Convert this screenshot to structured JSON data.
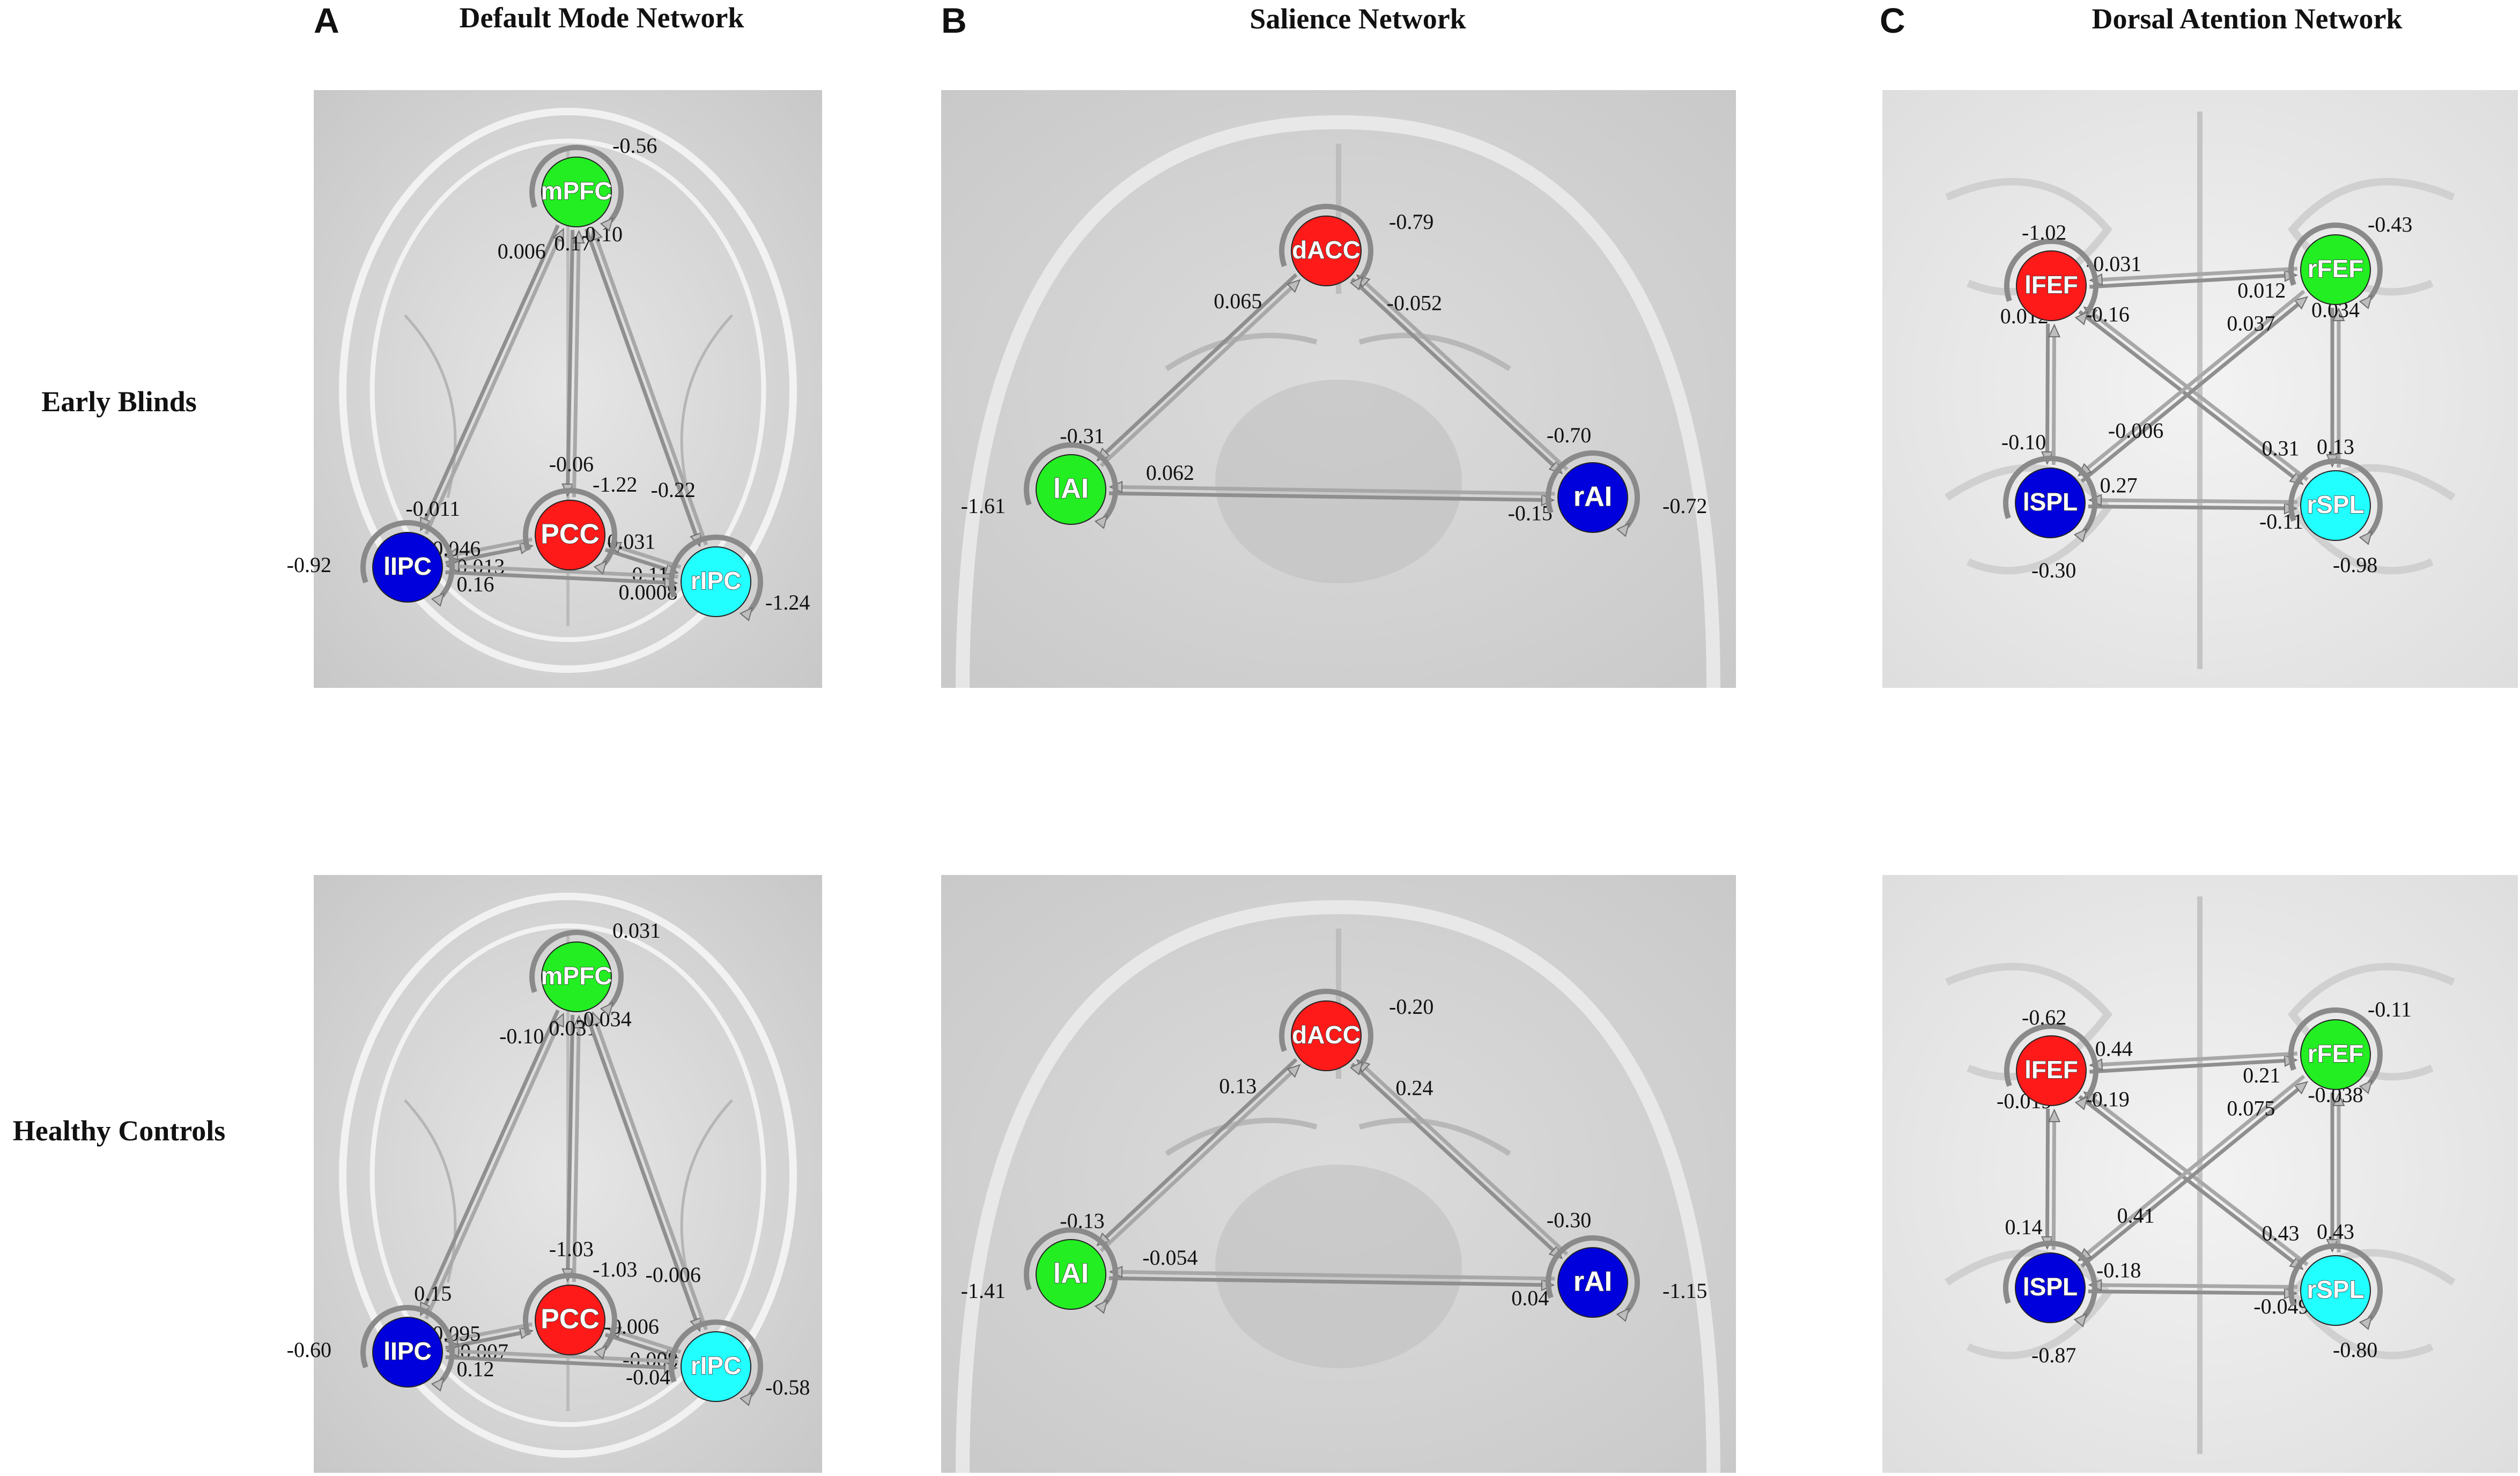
{
  "letters": [
    "A",
    "B",
    "C"
  ],
  "titles": [
    "Default Mode Network",
    "Salience Network",
    "Dorsal Atention Network"
  ],
  "rows": [
    "Early Blinds",
    "Healthy Controls"
  ],
  "colors": {
    "red": "#ff1a1a",
    "green": "#22ee22",
    "blue": "#0000dd",
    "cyan": "#22ffff",
    "arrow": "#9a9a9a"
  },
  "panels": {
    "dmn_eb": {
      "nodes": [
        {
          "id": "mPFC",
          "label": "mPFC",
          "color": "green",
          "self": "-0.56"
        },
        {
          "id": "PCC",
          "label": "PCC",
          "color": "red",
          "self": "-1.22"
        },
        {
          "id": "lIPC",
          "label": "lIPC",
          "color": "blue",
          "self": "-0.92"
        },
        {
          "id": "rIPC",
          "label": "rIPC",
          "color": "cyan",
          "self": "-1.24"
        }
      ],
      "edges": [
        {
          "id": "mPFC-lIPC",
          "fwd": "-0.011",
          "bwd": "0.006"
        },
        {
          "id": "mPFC-PCC",
          "fwd": "-0.06",
          "bwd": "0.17"
        },
        {
          "id": "mPFC-rIPC",
          "fwd": "-0.22",
          "bwd": "0.10"
        },
        {
          "id": "lIPC-PCC",
          "fwd": "0.013",
          "bwd": "-0.046"
        },
        {
          "id": "PCC-rIPC",
          "fwd": "0.031",
          "bwd": "0.11"
        },
        {
          "id": "lIPC-rIPC",
          "fwd": "0.16",
          "bwd": "0.0008"
        }
      ]
    },
    "sal_eb": {
      "nodes": [
        {
          "id": "dACC",
          "label": "dACC",
          "color": "red",
          "self": "-0.79"
        },
        {
          "id": "lAI",
          "label": "lAI",
          "color": "green",
          "self": "-1.61"
        },
        {
          "id": "rAI",
          "label": "rAI",
          "color": "blue",
          "self": "-0.72"
        }
      ],
      "edges": [
        {
          "id": "dACC-lAI",
          "fwd": "0.065",
          "bwd": "-0.31"
        },
        {
          "id": "dACC-rAI",
          "fwd": "-0.052",
          "bwd": "-0.70"
        },
        {
          "id": "lAI-rAI",
          "fwd": "0.062",
          "bwd": "-0.15"
        }
      ]
    },
    "dan_eb": {
      "nodes": [
        {
          "id": "lFEF",
          "label": "lFEF",
          "color": "red",
          "self": "-1.02"
        },
        {
          "id": "rFEF",
          "label": "rFEF",
          "color": "green",
          "self": "-0.43"
        },
        {
          "id": "lSPL",
          "label": "lSPL",
          "color": "blue",
          "self": "-0.30"
        },
        {
          "id": "rSPL",
          "label": "rSPL",
          "color": "cyan",
          "self": "-0.98"
        }
      ],
      "edges": [
        {
          "id": "lFEF-rFEF",
          "fwd": "-0.031",
          "bwd": "0.012"
        },
        {
          "id": "lFEF-lSPL",
          "fwd": "0.012",
          "bwd": "-0.10"
        },
        {
          "id": "rFEF-rSPL",
          "fwd": "0.034",
          "bwd": "0.13"
        },
        {
          "id": "lSPL-rSPL",
          "fwd": "0.27",
          "bwd": "-0.11"
        },
        {
          "id": "lFEF-rSPL",
          "fwd": "-0.16",
          "bwd": "0.31"
        },
        {
          "id": "lSPL-rFEF",
          "fwd": "-0.006",
          "bwd": "0.037"
        }
      ]
    },
    "dmn_hc": {
      "nodes": [
        {
          "id": "mPFC",
          "label": "mPFC",
          "color": "green",
          "self": "0.031"
        },
        {
          "id": "PCC",
          "label": "PCC",
          "color": "red",
          "self": "-1.03"
        },
        {
          "id": "lIPC",
          "label": "lIPC",
          "color": "blue",
          "self": "-0.60"
        },
        {
          "id": "rIPC",
          "label": "rIPC",
          "color": "cyan",
          "self": "-0.58"
        }
      ],
      "edges": [
        {
          "id": "mPFC-lIPC",
          "fwd": "0.15",
          "bwd": "-0.10"
        },
        {
          "id": "mPFC-PCC",
          "fwd": "-1.03",
          "bwd": "0.031"
        },
        {
          "id": "mPFC-rIPC",
          "fwd": "-0.006",
          "bwd": "-0.034"
        },
        {
          "id": "lIPC-PCC",
          "fwd": "-0.007",
          "bwd": "-0.095"
        },
        {
          "id": "PCC-rIPC",
          "fwd": "-0.006",
          "bwd": "-0.008"
        },
        {
          "id": "lIPC-rIPC",
          "fwd": "0.12",
          "bwd": "-0.04"
        }
      ]
    },
    "sal_hc": {
      "nodes": [
        {
          "id": "dACC",
          "label": "dACC",
          "color": "red",
          "self": "-0.20"
        },
        {
          "id": "lAI",
          "label": "lAI",
          "color": "green",
          "self": "-1.41"
        },
        {
          "id": "rAI",
          "label": "rAI",
          "color": "blue",
          "self": "-1.15"
        }
      ],
      "edges": [
        {
          "id": "dACC-lAI",
          "fwd": "0.13",
          "bwd": "-0.13"
        },
        {
          "id": "dACC-rAI",
          "fwd": "0.24",
          "bwd": "-0.30"
        },
        {
          "id": "lAI-rAI",
          "fwd": "-0.054",
          "bwd": "0.04"
        }
      ]
    },
    "dan_hc": {
      "nodes": [
        {
          "id": "lFEF",
          "label": "lFEF",
          "color": "red",
          "self": "-0.62"
        },
        {
          "id": "rFEF",
          "label": "rFEF",
          "color": "green",
          "self": "-0.11"
        },
        {
          "id": "lSPL",
          "label": "lSPL",
          "color": "blue",
          "self": "-0.87"
        },
        {
          "id": "rSPL",
          "label": "rSPL",
          "color": "cyan",
          "self": "-0.80"
        }
      ],
      "edges": [
        {
          "id": "lFEF-rFEF",
          "fwd": "0.44",
          "bwd": "0.21"
        },
        {
          "id": "lFEF-lSPL",
          "fwd": "-0.019",
          "bwd": "0.14"
        },
        {
          "id": "rFEF-rSPL",
          "fwd": "-0.038",
          "bwd": "0.43"
        },
        {
          "id": "lSPL-rSPL",
          "fwd": "-0.18",
          "bwd": "-0.049"
        },
        {
          "id": "lFEF-rSPL",
          "fwd": "-0.19",
          "bwd": "0.43"
        },
        {
          "id": "lSPL-rFEF",
          "fwd": "0.41",
          "bwd": "0.075"
        }
      ]
    }
  }
}
